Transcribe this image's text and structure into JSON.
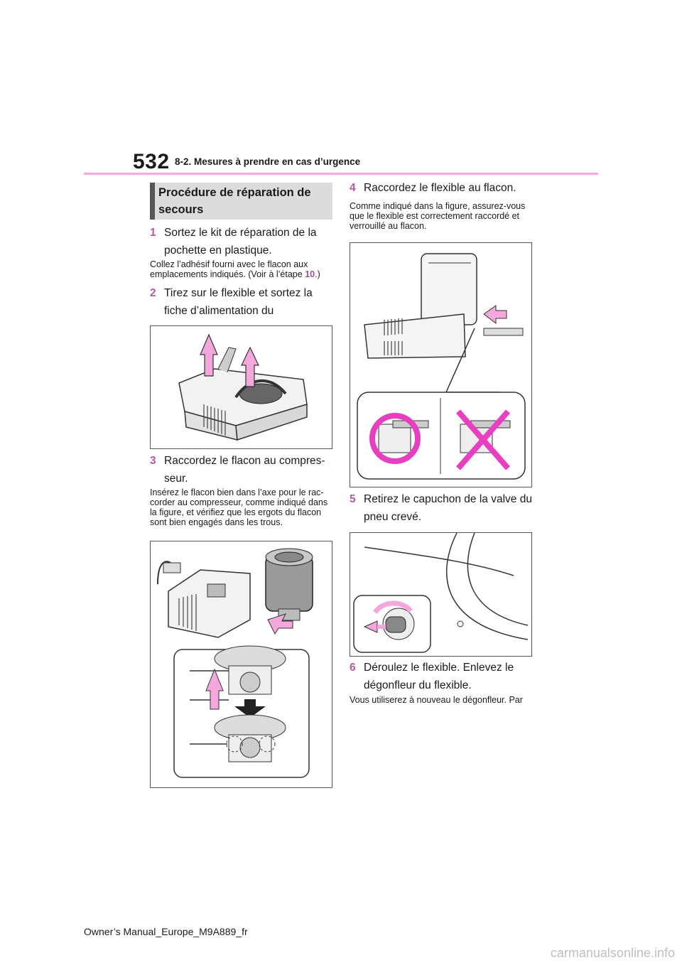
{
  "header": {
    "page_number": "532",
    "section_title": "8-2. Mesures à prendre en cas d’urgence"
  },
  "heading": "Procédure de réparation de secours",
  "steps": [
    {
      "num": "1",
      "text": "Sortez le kit de réparation de la pochette en plastique.",
      "note_before": "Collez l’adhésif fourni avec le flacon aux emplacements indiqués. (Voir à l’étape ",
      "note_ref": "10",
      "note_after": ".)"
    },
    {
      "num": "2",
      "text": "Tirez sur le flexible et sortez la fiche d’alimentation du compresseur."
    },
    {
      "num": "3",
      "text": "Raccordez le flacon au compres-seur.",
      "note": "Insérez le flacon bien dans l’axe pour le rac-corder au compresseur, comme indiqué dans la figure, et vérifiez que les ergots du flacon sont bien engagés dans les trous."
    },
    {
      "num": "4",
      "text": "Raccordez le flexible au flacon.",
      "note": "Comme indiqué dans la figure, assurez-vous que le flexible est correctement raccordé et verrouillé au flacon."
    },
    {
      "num": "5",
      "text": "Retirez le capuchon de la valve du pneu crevé."
    },
    {
      "num": "6",
      "text": "Déroulez le flexible. Enlevez le dégonfleur du flexible.",
      "note": "Vous utiliserez à nouveau le dégonfleur. Par"
    }
  ],
  "footer": "Owner’s Manual_Europe_M9A889_fr",
  "watermark": "carmanualsonline.info",
  "colors": {
    "accent": "#f5a9dd",
    "arrow_pink": "#f3a7dc",
    "mark_magenta": "#e83fc1",
    "step_number": "#b55a9e"
  }
}
